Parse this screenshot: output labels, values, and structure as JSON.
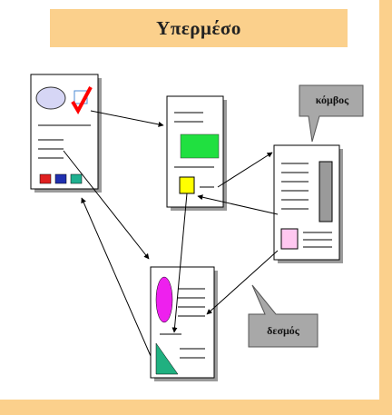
{
  "title": "Υπερμέσο",
  "callouts": {
    "node": "κόμβος",
    "link": "δεσμός"
  },
  "colors": {
    "frame": "#fbd08c",
    "page_shadow": "#9a9a9a",
    "oval": "#d6d6f5",
    "check": "#ff0000",
    "btn_red": "#e02020",
    "btn_blue": "#2030b0",
    "btn_teal": "#20b090",
    "green_rect": "#20e040",
    "yellow_square": "#ffff00",
    "gray_bar": "#9a9a9a",
    "pink_square": "#ffc8f0",
    "magenta_oval": "#ee20ee",
    "teal_triangle": "#20b080",
    "callout_fill": "#a8a8a8"
  }
}
